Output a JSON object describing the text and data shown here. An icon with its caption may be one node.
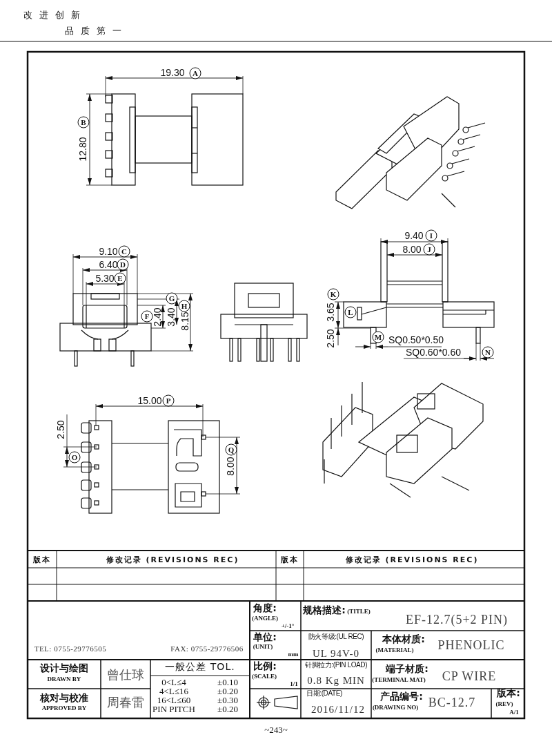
{
  "diagram": {
    "labels": [
      "改进创新",
      "品质第一",
      "19.30",
      "A",
      "B",
      "12.80",
      "9.10",
      "C",
      "6.40",
      "D",
      "5.30",
      "E",
      "G",
      "H",
      "F",
      "2.40",
      "3.40",
      "8.15",
      "9.40",
      "I",
      "8.00",
      "J",
      "K",
      "3.65",
      "L",
      "2.50",
      "M",
      "SQ0.50*0.50",
      "SQ0.60*0.60",
      "N",
      "15.00",
      "P",
      "2.50",
      "O",
      "Q",
      "8.00",
      "版本",
      "修改记录 (REVISIONS REC)",
      "版本",
      "修改记录 (REVISIONS REC)",
      "TEL: 0755-29776505",
      "FAX: 0755-29776506",
      "角度:",
      "(ANGLE)",
      "+/-1°",
      "规格描述:",
      "(TITLE)",
      "EF-12.7(5+2 PIN)",
      "单位:",
      "(UNIT)",
      "mm",
      "防火等级:(UL REC)",
      "UL 94V-0",
      "本体材质:",
      "(MATERIAL)",
      "PHENOLIC",
      "设计与绘图",
      "DRAWN BY",
      "曾仕球",
      "一般公差 TOL.",
      "0<L≤4",
      "±0.10",
      "4<L≤16",
      "±0.20",
      "16<L≤60",
      "±0.30",
      "PIN PITCH",
      "±0.20",
      "比例:",
      "(SCALE)",
      "1/1",
      "针脚拉力:(PIN LOAD)",
      "0.8 Kg MIN",
      "端子材质:",
      "(TERMINAL MAT)",
      "CP WIRE",
      "核对与校准",
      "APPROVED BY",
      "周春雷",
      "日期:(DATE)",
      "2016/11/12",
      "产品编号:",
      "(DRAWING NO)",
      "BC-12.7",
      "版本:",
      "(REV)",
      "A/1",
      "~243~"
    ]
  }
}
